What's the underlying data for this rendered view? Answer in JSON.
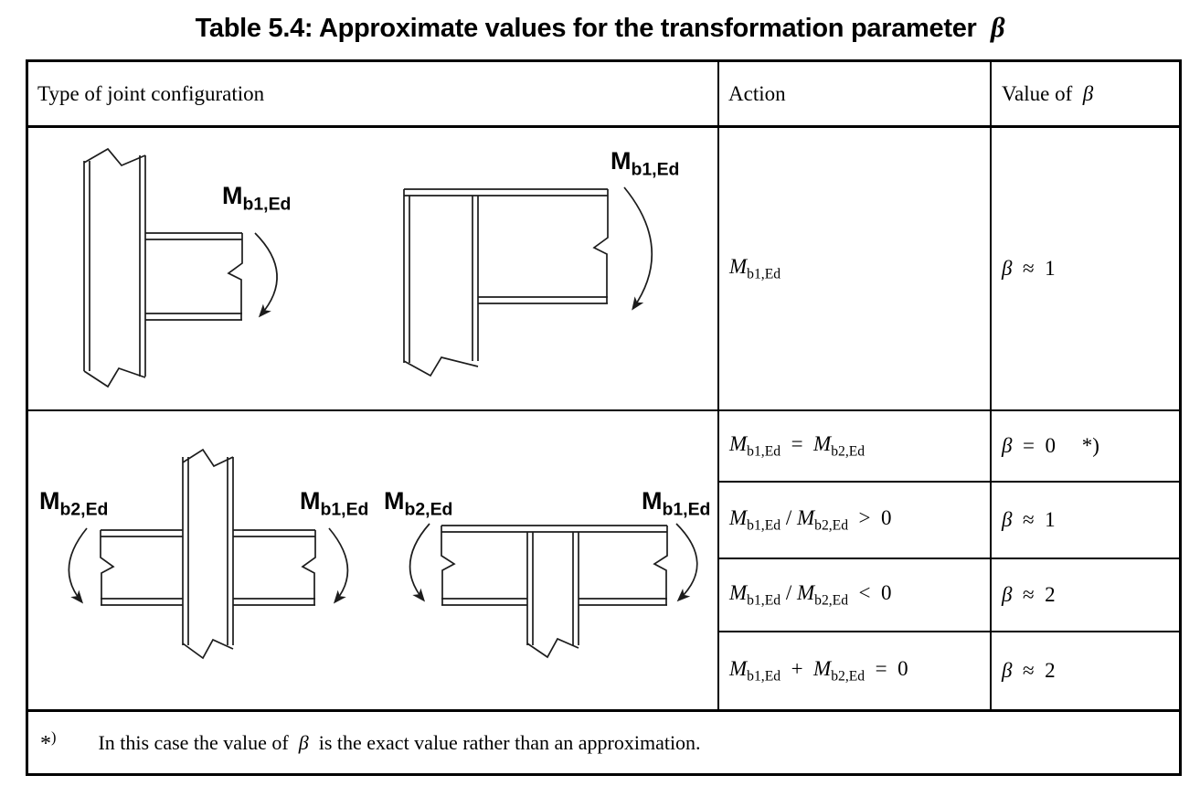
{
  "title": "Table 5.4: Approximate values for the transformation parameter  β",
  "table": {
    "headers": {
      "joint_configuration": "Type of joint configuration",
      "action": "Action",
      "value": "Value of  β"
    },
    "single_sided": {
      "action": "M_{b1,Ed}",
      "value": "β  ≈  1"
    },
    "double_sided": {
      "rows": [
        {
          "action": "M_{b1,Ed}  =  M_{b2,Ed}",
          "value": "β  =  0     *)"
        },
        {
          "action": "M_{b1,Ed} / M_{b2,Ed}  >  0",
          "value": "β  ≈  1"
        },
        {
          "action": "M_{b1,Ed} / M_{b2,Ed}  <  0",
          "value": "β  ≈  2"
        },
        {
          "action": "M_{b1,Ed}  +  M_{b2,Ed}  =  0",
          "value": "β  ≈  2"
        }
      ]
    },
    "footnote": {
      "marker": "*^{)}",
      "text": "In this case the value of  β  is the exact value rather than an approximation."
    },
    "diagram_labels": {
      "m_b1": "M_{b1,Ed}",
      "m_b2": "M_{b2,Ed}"
    }
  },
  "colors": {
    "ink": "#1c1c1c",
    "background": "#ffffff"
  }
}
